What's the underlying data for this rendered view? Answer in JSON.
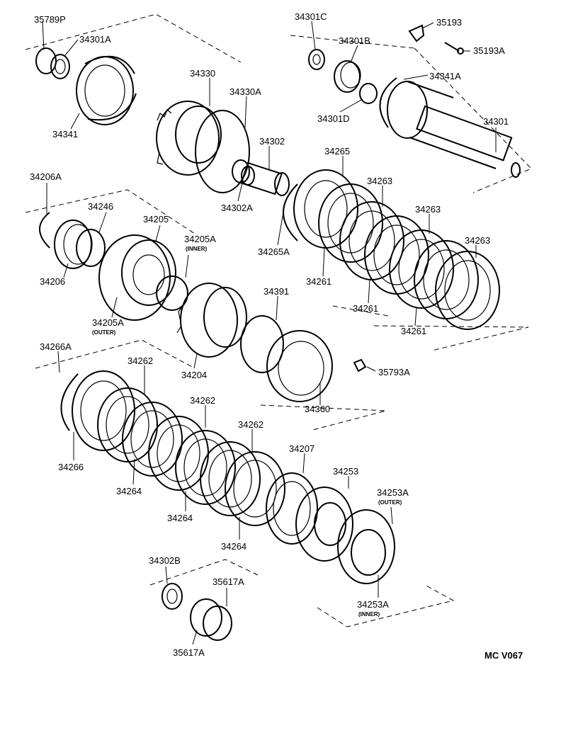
{
  "labels": {
    "p35789P": "35789P",
    "p34301A": "34301A",
    "p34341": "34341",
    "p34301C": "34301C",
    "p34301B": "34301B",
    "p35193": "35193",
    "p35193A": "35193A",
    "p34341A": "34341A",
    "p34301D": "34301D",
    "p34301": "34301",
    "p34330": "34330",
    "p34330A": "34330A",
    "p34302": "34302",
    "p34302A": "34302A",
    "p34265": "34265",
    "p34265A": "34265A",
    "p34263_a": "34263",
    "p34263_b": "34263",
    "p34263_c": "34263",
    "p34261_a": "34261",
    "p34261_b": "34261",
    "p34261_c": "34261",
    "p34206A": "34206A",
    "p34246": "34246",
    "p34205": "34205",
    "p34205A_inner": "34205A",
    "inner_1": "(INNER)",
    "p34206": "34206",
    "p34205A_outer": "34205A",
    "outer_1": "(OUTER)",
    "p34391": "34391",
    "p34204": "34204",
    "p34360": "34360",
    "p35793A": "35793A",
    "p34266A": "34266A",
    "p34262_a": "34262",
    "p34262_b": "34262",
    "p34262_c": "34262",
    "p34266": "34266",
    "p34264_a": "34264",
    "p34264_b": "34264",
    "p34264_c": "34264",
    "p34207": "34207",
    "p34253": "34253",
    "p34253A_outer": "34253A",
    "outer_2": "(OUTER)",
    "p34253A_inner": "34253A",
    "inner_2": "(INNER)",
    "p34302B": "34302B",
    "p35617A_a": "35617A",
    "p35617A_b": "35617A"
  },
  "figure_code": "MC V067"
}
